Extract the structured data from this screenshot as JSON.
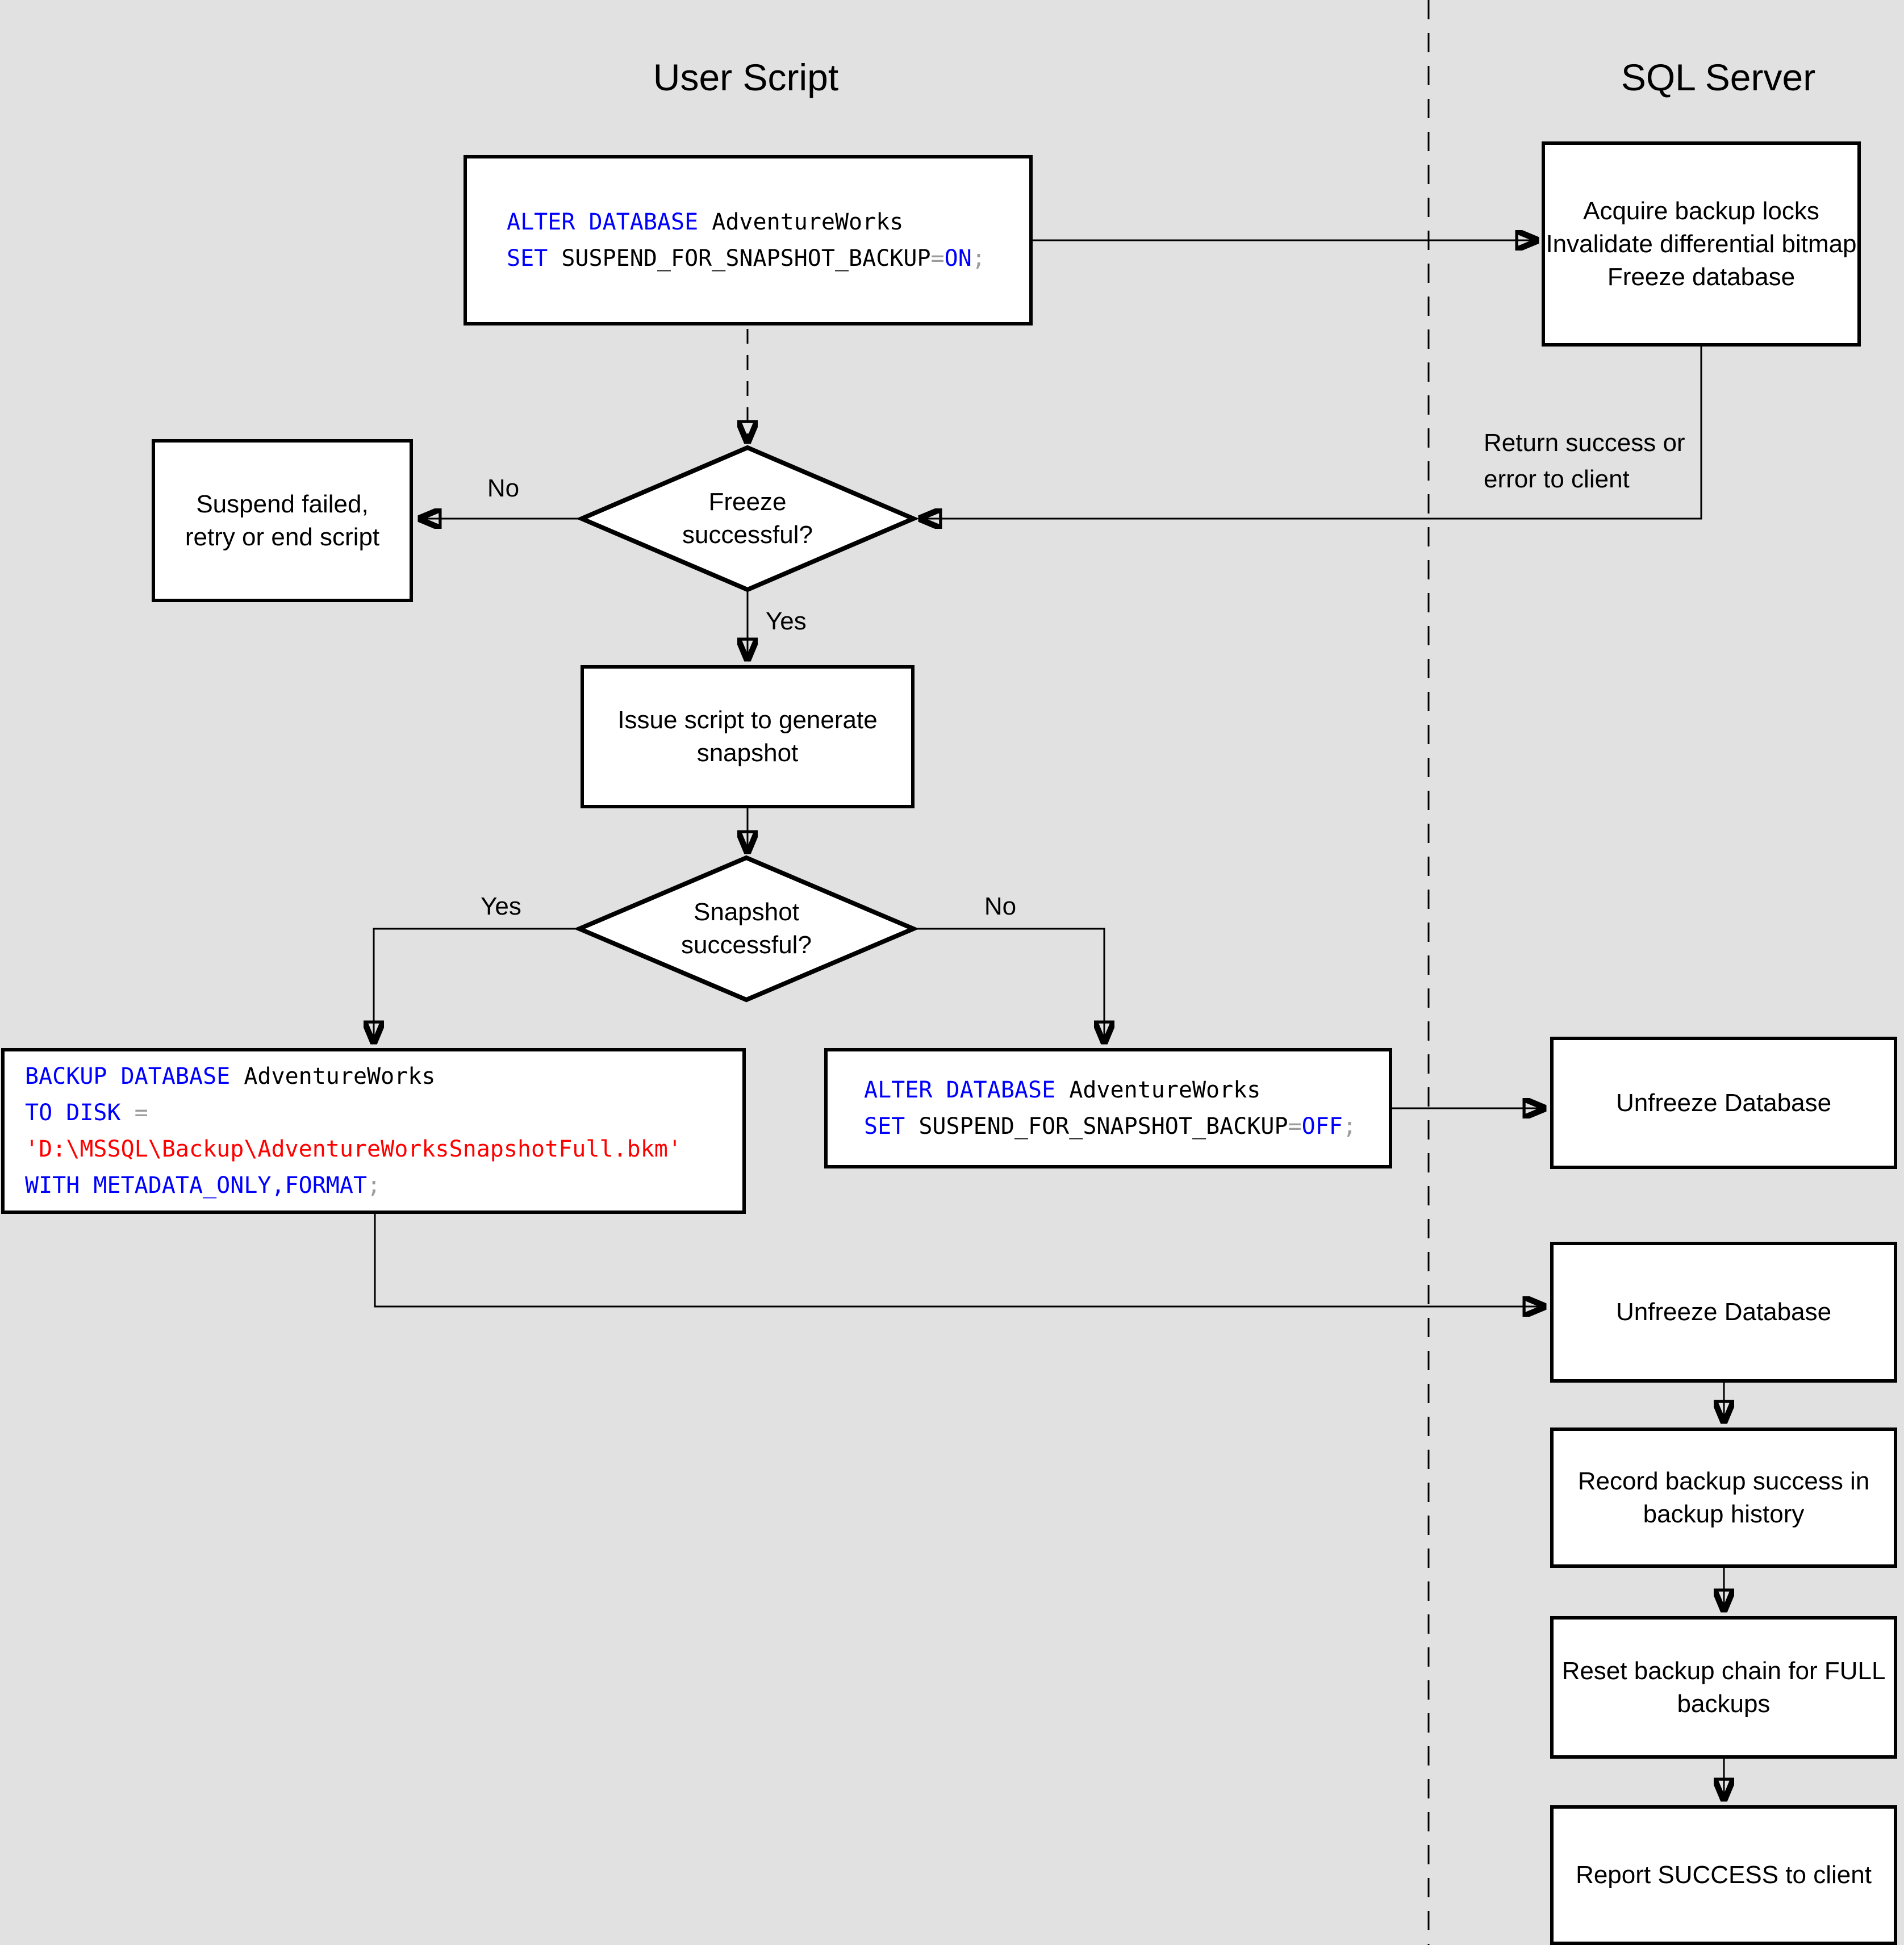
{
  "palette": {
    "background": "#e1e1e1",
    "node_fill": "#ffffff",
    "stroke": "#000000",
    "code": {
      "kw": "#0000ff",
      "pl": "#000000",
      "op": "#9c9c9c",
      "str": "#ff0000"
    }
  },
  "titles": {
    "left": "User Script",
    "right": "SQL Server"
  },
  "nodes": {
    "alter_on": {
      "lines": [
        [
          {
            "c": "kw",
            "t": "ALTER DATABASE"
          },
          {
            "c": "pl",
            "t": " AdventureWorks"
          }
        ],
        [
          {
            "c": "kw",
            "t": "SET"
          },
          {
            "c": "pl",
            "t": " SUSPEND_FOR_SNAPSHOT_BACKUP"
          },
          {
            "c": "op",
            "t": "="
          },
          {
            "c": "kw",
            "t": "ON"
          },
          {
            "c": "op",
            "t": ";"
          }
        ]
      ]
    },
    "acquire": {
      "text": "Acquire backup locks\nInvalidate differential bitmap\nFreeze database"
    },
    "freeze_q": {
      "text": "Freeze\nsuccessful?"
    },
    "suspend_failed": {
      "text": "Suspend failed,\nretry or end script"
    },
    "issue_script": {
      "text": "Issue script to generate\nsnapshot"
    },
    "snapshot_q": {
      "text": "Snapshot\nsuccessful?"
    },
    "backup_db": {
      "lines": [
        [
          {
            "c": "kw",
            "t": "BACKUP DATABASE"
          },
          {
            "c": "pl",
            "t": " AdventureWorks"
          }
        ],
        [
          {
            "c": "kw",
            "t": "TO DISK"
          },
          {
            "c": "pl",
            "t": " "
          },
          {
            "c": "op",
            "t": "="
          }
        ],
        [
          {
            "c": "str",
            "t": "'D:\\MSSQL\\Backup\\AdventureWorksSnapshotFull.bkm'"
          }
        ],
        [
          {
            "c": "kw",
            "t": "WITH METADATA_ONLY,FORMAT"
          },
          {
            "c": "op",
            "t": ";"
          }
        ]
      ]
    },
    "alter_off": {
      "lines": [
        [
          {
            "c": "kw",
            "t": "ALTER DATABASE"
          },
          {
            "c": "pl",
            "t": " AdventureWorks"
          }
        ],
        [
          {
            "c": "kw",
            "t": "SET"
          },
          {
            "c": "pl",
            "t": " SUSPEND_FOR_SNAPSHOT_BACKUP"
          },
          {
            "c": "op",
            "t": "="
          },
          {
            "c": "kw",
            "t": "OFF"
          },
          {
            "c": "op",
            "t": ";"
          }
        ]
      ]
    },
    "unfreeze_1": {
      "text": "Unfreeze Database"
    },
    "unfreeze_2": {
      "text": "Unfreeze Database"
    },
    "record_history": {
      "text": "Record backup success in\nbackup history"
    },
    "reset_chain": {
      "text": "Reset backup chain for FULL\nbackups"
    },
    "report_success": {
      "text": "Report SUCCESS to client"
    }
  },
  "labels": {
    "freeze_no": "No",
    "freeze_yes": "Yes",
    "snapshot_yes": "Yes",
    "snapshot_no": "No",
    "return_status": "Return success or\nerror to client"
  }
}
